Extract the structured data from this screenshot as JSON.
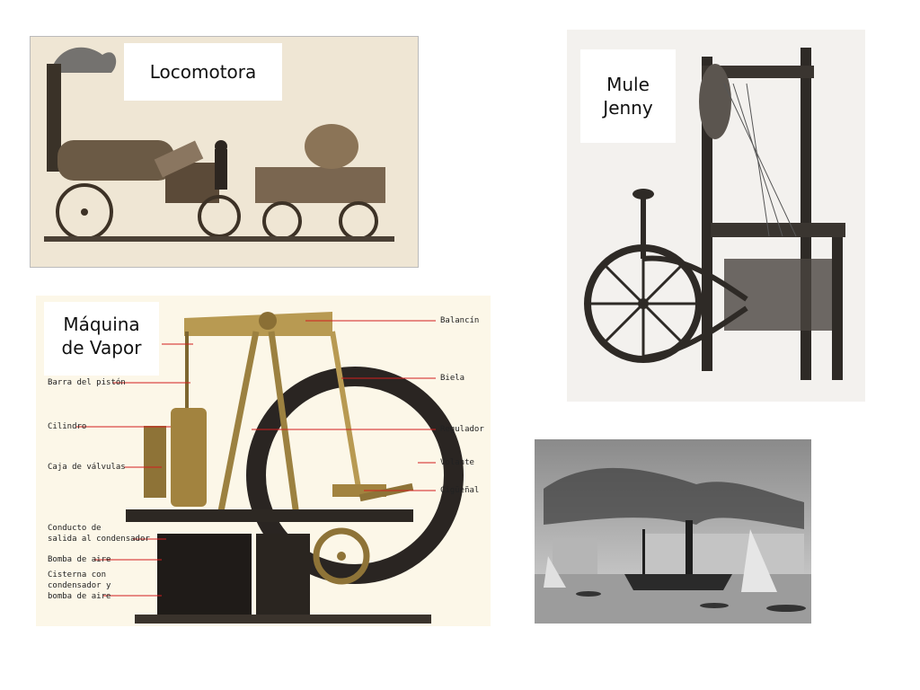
{
  "slide": {
    "locomotive": {
      "label": "Locomotora"
    },
    "mule_jenny": {
      "label_line1": "Mule",
      "label_line2": "Jenny"
    },
    "steam_engine": {
      "label_line1": "Máquina",
      "label_line2": "de Vapor",
      "callouts_left": [
        {
          "text": "Barra del pistón"
        },
        {
          "text": "Cilindro"
        },
        {
          "text": "Caja de válvulas"
        },
        {
          "text": "Conducto de"
        },
        {
          "text": "salida al condensador"
        },
        {
          "text": "Bomba de aire"
        },
        {
          "text": "Cisterna con"
        },
        {
          "text": "condensador y"
        },
        {
          "text": "bomba de aire"
        }
      ],
      "callouts_right": [
        {
          "text": "Balancín"
        },
        {
          "text": "Biela"
        },
        {
          "text": "Regulador"
        },
        {
          "text": "Volante"
        },
        {
          "text": "Cigüeñal"
        }
      ]
    },
    "steamboat": {}
  },
  "colors": {
    "callout_line": "#d21e1e",
    "sepia": "#c9b89a"
  }
}
